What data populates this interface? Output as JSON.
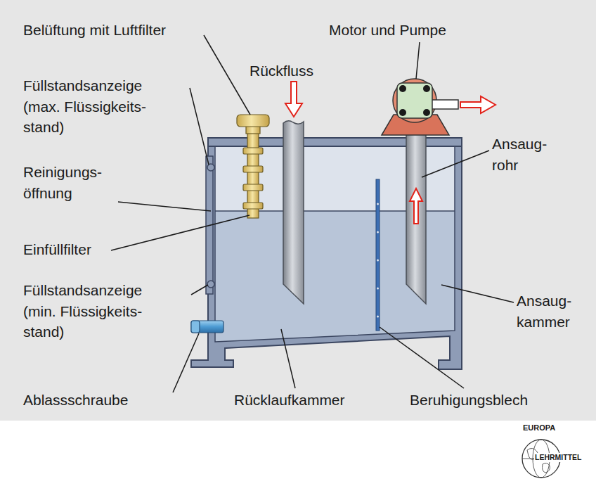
{
  "diagram": {
    "labels": [
      "Belüftung mit Luftfilter",
      "Motor und Pumpe",
      "Rückfluss",
      "Füllstandsanzeige (max. Flüssigkeits- stand)",
      "Reinigungs- öffnung",
      "Einfüllfilter",
      "Füllstandsanzeige (min. Flüssigkeits- stand)",
      "Ablassschraube",
      "Rücklaufkammer",
      "Beruhigungsblech",
      "Ansaug- rohr",
      "Ansaug- kammer",
      "EUROPA",
      "LEHRMITTEL"
    ]
  }
}
